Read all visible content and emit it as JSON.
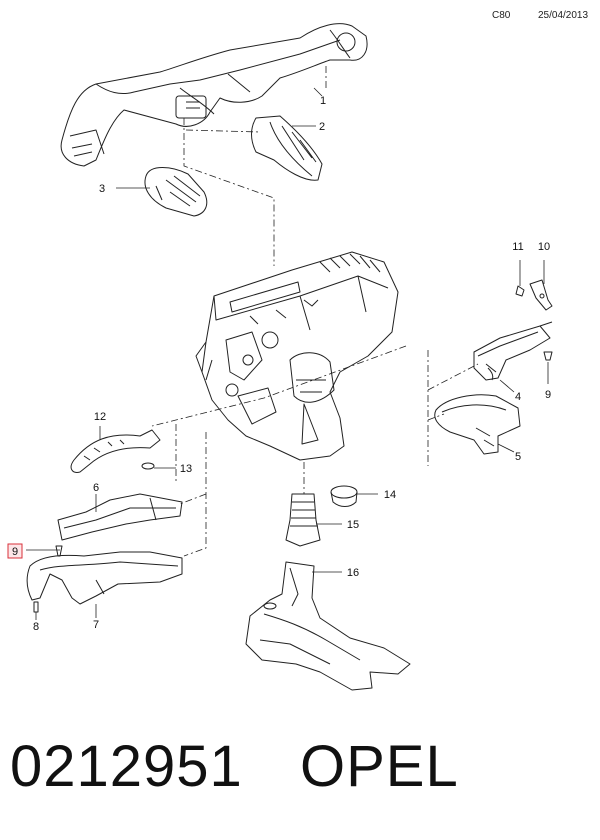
{
  "header": {
    "code": "C80",
    "date": "25/04/2013"
  },
  "callouts": [
    "1",
    "2",
    "3",
    "4",
    "5",
    "6",
    "7",
    "8",
    "9",
    "9",
    "10",
    "11",
    "12",
    "13",
    "14",
    "15",
    "16"
  ],
  "footer": {
    "part_number": "0212951",
    "brand": "OPEL"
  },
  "colors": {
    "line": "#222222",
    "highlight_box": "#d9303a",
    "highlight_fill": "#fde6e8"
  }
}
